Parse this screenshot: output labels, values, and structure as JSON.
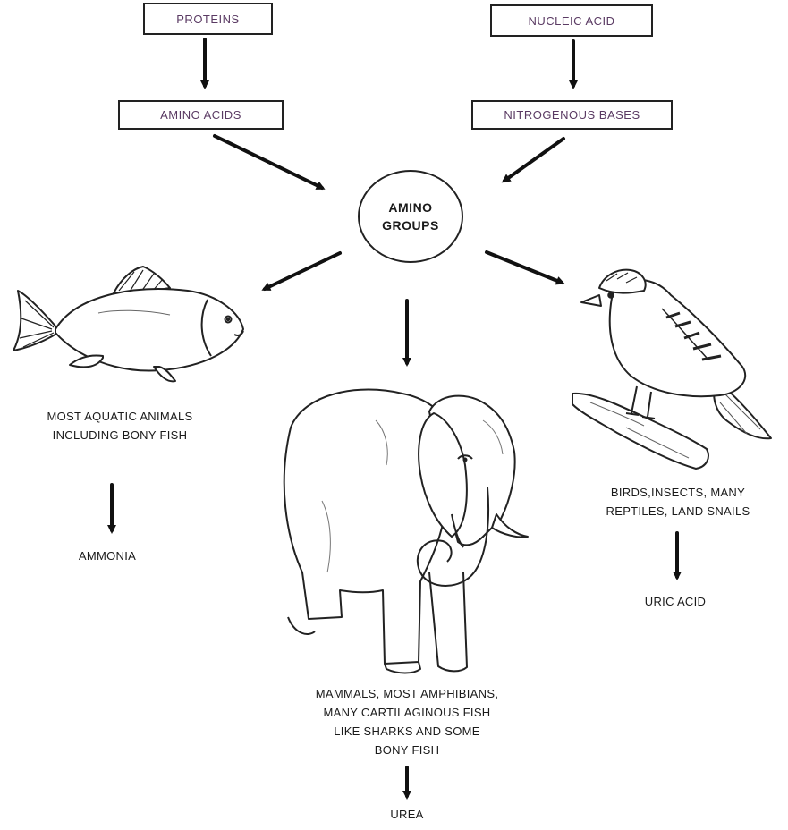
{
  "sources": {
    "proteins": "PROTEINS",
    "nucleic_acid": "NUCLEIC ACID"
  },
  "intermediates": {
    "amino_acids": "AMINO ACIDS",
    "nitrogenous_bases": "NITROGENOUS BASES"
  },
  "center": {
    "line1": "AMINO",
    "line2": "GROUPS"
  },
  "aquatic": {
    "line1": "MOST AQUATIC ANIMALS",
    "line2": "INCLUDING BONY FISH",
    "product": "AMMONIA"
  },
  "mammals": {
    "line1": "MAMMALS, MOST AMPHIBIANS,",
    "line2": "MANY CARTILAGINOUS FISH",
    "line3": "LIKE SHARKS AND SOME",
    "line4": "BONY FISH",
    "product": "UREA"
  },
  "birds": {
    "line1": "BIRDS,INSECTS, MANY",
    "line2": "REPTILES, LAND SNAILS",
    "product": "URIC ACID"
  },
  "colors": {
    "box_text": "#5a3a63",
    "ink": "#1a1a1a"
  },
  "icons": [
    "fish-illustration",
    "elephant-illustration",
    "bird-illustration"
  ]
}
